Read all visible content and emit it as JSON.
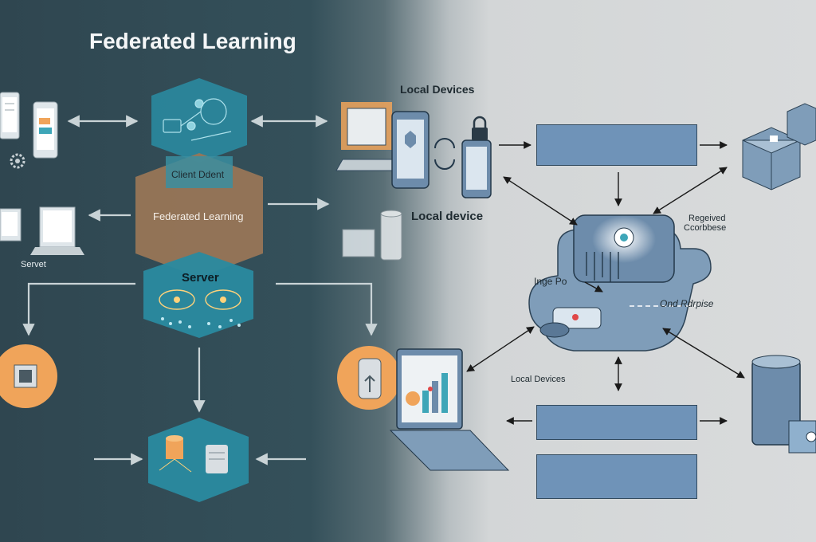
{
  "diagram": {
    "title": "Federated Learning",
    "left": {
      "client_label": "Client Ddent",
      "center_label": "Federated Learning",
      "server_label": "Server",
      "device_caption": "Servet"
    },
    "right": {
      "local_devices_top": "Local Devices",
      "local_device": "Local device",
      "regenerated_line1": "Regeived",
      "regenerated_line2": "Ccorbbese",
      "inge_label": "Inge Po",
      "onprem_label": "Ond Rdrpise",
      "local_devices_bottom": "Local Devices"
    },
    "colors": {
      "teal": "#2a8aa0",
      "teal_light": "#3ea6b8",
      "tan": "#9a7657",
      "orange": "#f0a45a",
      "panel_blue": "#6f93b8",
      "device_blue": "#6d8cab",
      "arrow_light": "#c9d3d6",
      "arrow_dark": "#1a1a1a"
    }
  }
}
